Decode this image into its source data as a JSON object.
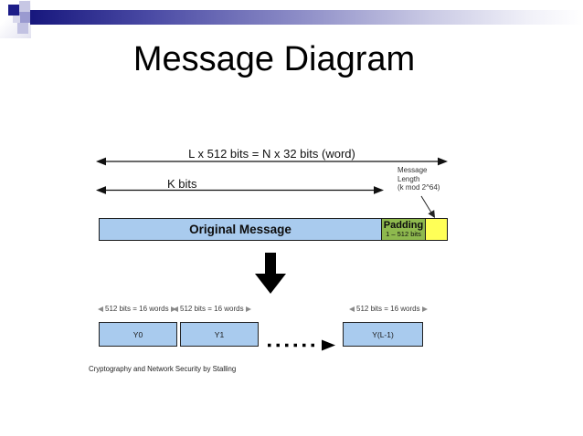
{
  "slide": {
    "title": "Message Diagram",
    "footer": "Cryptography and Network Security by Stalling"
  },
  "diagram": {
    "total_span_label": "L x 512 bits = N x 32 bits (word)",
    "k_span_label": "K bits",
    "message_length_note": {
      "line1": "Message",
      "line2": "Length",
      "line3": "(k mod 2^64)"
    },
    "message_bar": {
      "original": "Original Message",
      "padding": "Padding",
      "padding_range": "1 – 512 bits"
    },
    "block_span_label": "512 bits = 16 words",
    "blocks": [
      {
        "label": "Y0"
      },
      {
        "label": "Y1"
      },
      {
        "label": "Y(L-1)"
      }
    ],
    "colors": {
      "message_blue": "#a9cbee",
      "padding_green": "#8eb94e",
      "length_yellow": "#ffff57",
      "header_navy": "#1c1c88"
    }
  }
}
